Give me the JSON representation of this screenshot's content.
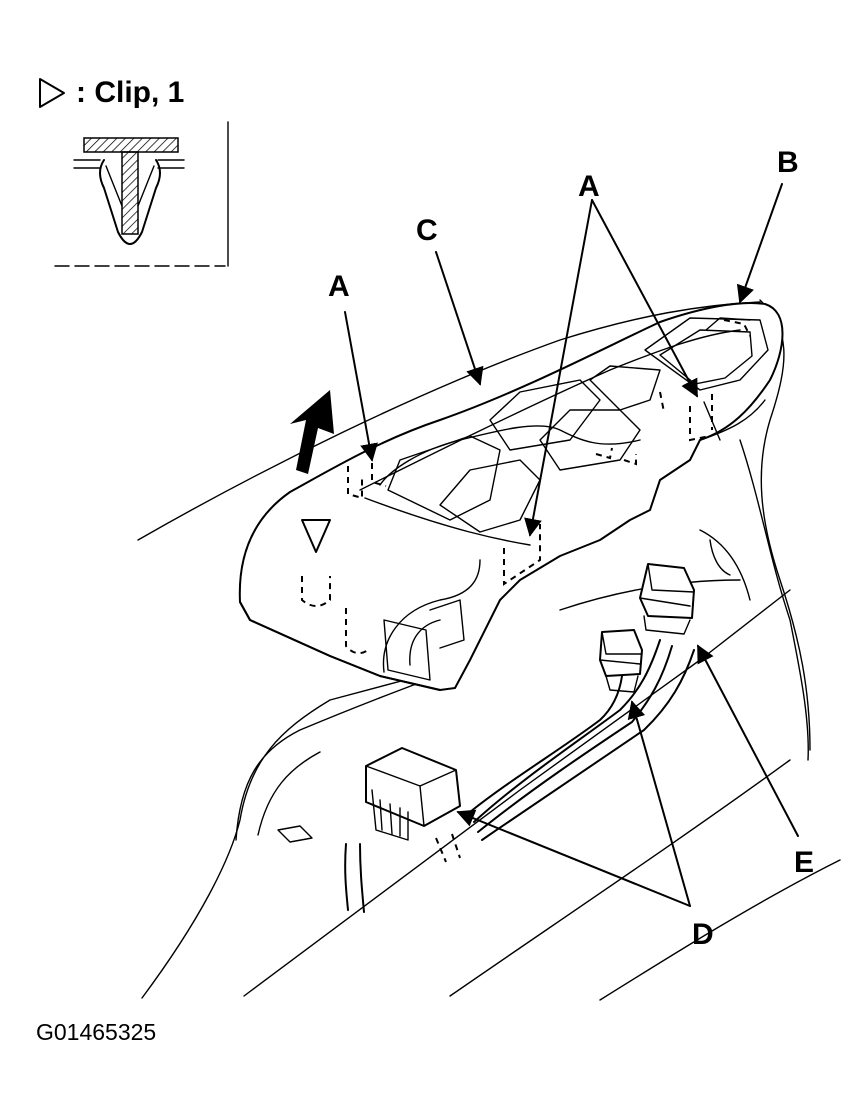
{
  "legend": {
    "text": ": Clip, 1",
    "icon": "clip-triangle-icon"
  },
  "callouts": {
    "a1": "A",
    "a2": "A",
    "b": "B",
    "c": "C",
    "d": "D",
    "e": "E"
  },
  "figure_id": "G01465325"
}
